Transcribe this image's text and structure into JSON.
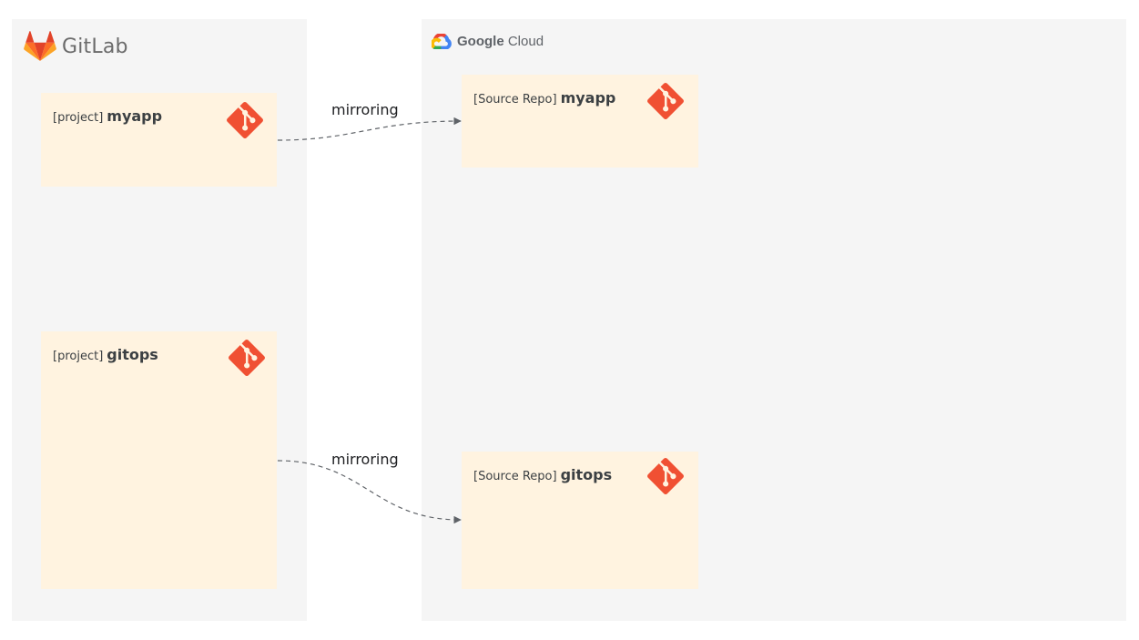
{
  "gitlab": {
    "brand": "GitLab",
    "projects": [
      {
        "prefix": "[project]",
        "name": "myapp"
      },
      {
        "prefix": "[project]",
        "name": "gitops"
      }
    ]
  },
  "google_cloud": {
    "brand_bold": "Google",
    "brand_rest": "Cloud",
    "repos": [
      {
        "prefix": "[Source Repo]",
        "name": "myapp"
      },
      {
        "prefix": "[Source Repo]",
        "name": "gitops"
      }
    ]
  },
  "edges": [
    {
      "label": "mirroring",
      "from": "[project] myapp",
      "to": "[Source Repo] myapp"
    },
    {
      "label": "mirroring",
      "from": "[project] gitops",
      "to": "[Source Repo] gitops"
    }
  ],
  "colors": {
    "panel": "#f5f5f5",
    "card": "#fff3e0",
    "git_icon": "#f05033",
    "gitlab_orange": "#e24329",
    "connector": "#5f6368"
  },
  "icons": {
    "gitlab_logo": "gitlab-tanuki-icon",
    "gcp_logo": "google-cloud-icon",
    "repo": "git-icon"
  }
}
